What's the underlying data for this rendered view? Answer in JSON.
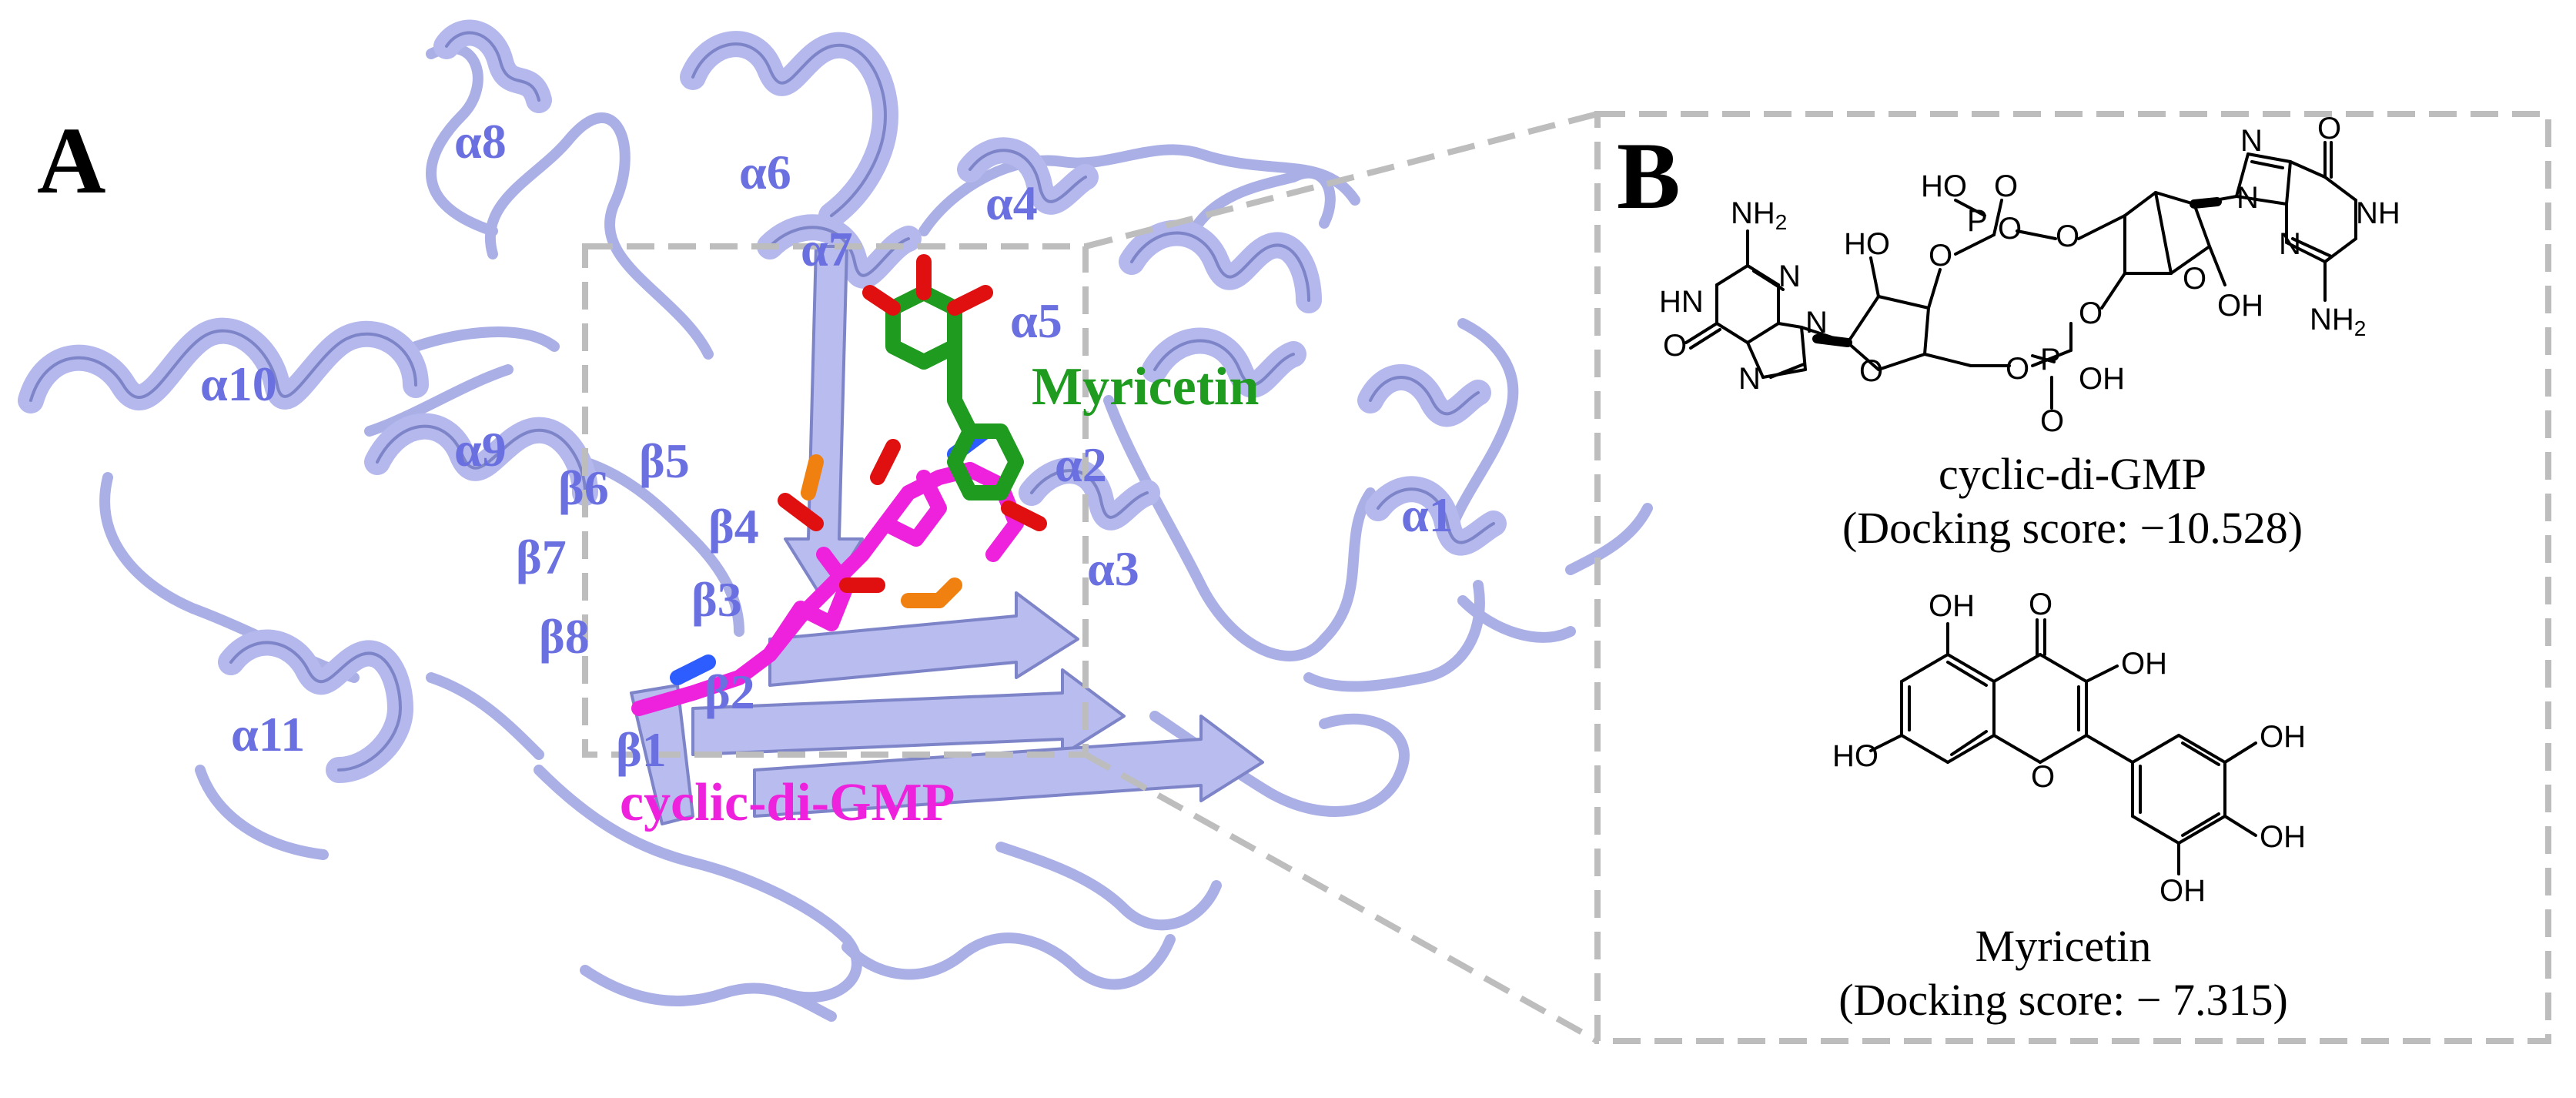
{
  "panels": {
    "a": {
      "letter": "A",
      "helix_labels": [
        "α1",
        "α2",
        "α3",
        "α4",
        "α5",
        "α6",
        "α7",
        "α8",
        "α9",
        "α10",
        "α11"
      ],
      "strand_labels": [
        "β1",
        "β2",
        "β3",
        "β4",
        "β5",
        "β6",
        "β7",
        "β8"
      ],
      "ligand_labels": {
        "myricetin": "Myricetin",
        "cdg": "cyclic-di-GMP"
      }
    },
    "b": {
      "letter": "B",
      "cdg_caption": "cyclic-di-GMP",
      "cdg_score": "(Docking score: −10.528)",
      "myr_caption": "Myricetin",
      "myr_score": "(Docking score: − 7.315)"
    }
  },
  "atoms": {
    "nh2": "NH",
    "sub2": "2",
    "n": "N",
    "hn": "HN",
    "nh": "NH",
    "o": "O",
    "p": "P",
    "ho": "HO",
    "oh": "OH"
  },
  "colors": {
    "protein": "#b4b8ec",
    "label": "#6b70e0",
    "myricetin": "#1f9b1f",
    "cdg": "#ee22dd",
    "dashed_box": "#bdbdbd"
  }
}
